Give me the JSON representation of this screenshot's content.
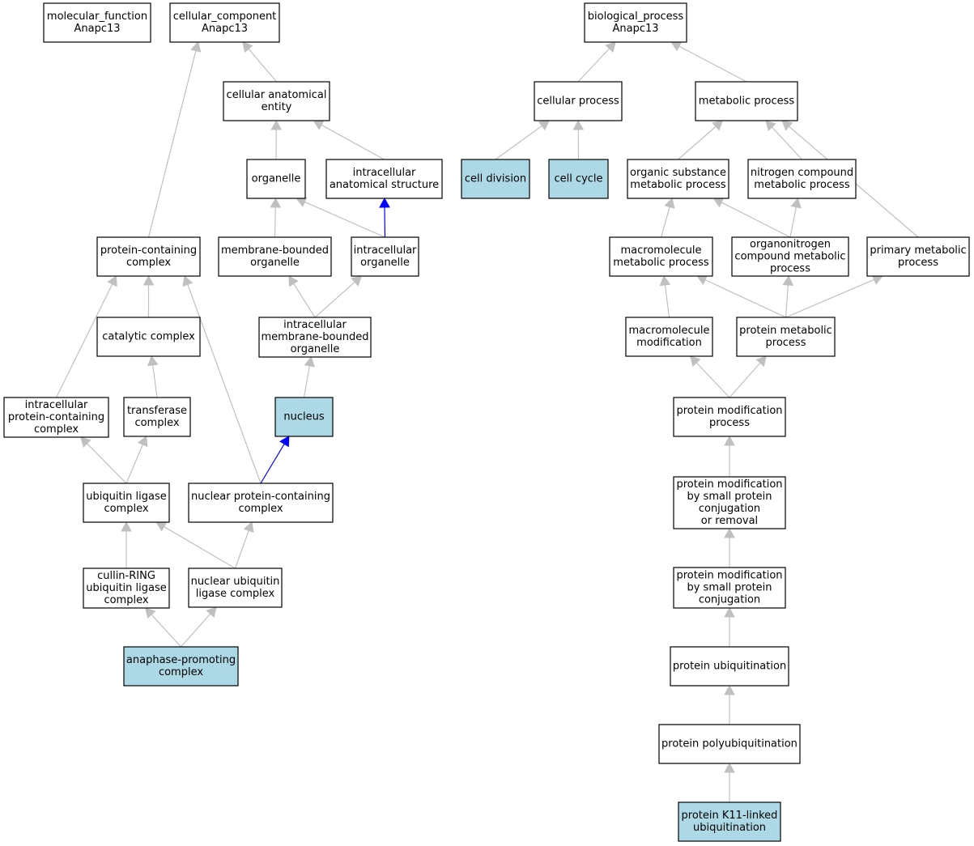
{
  "colors": {
    "node_fill": "#ffffff",
    "highlight_fill": "#add8e6",
    "edge_default": "#c0c0c0",
    "edge_part_of": "#0000ff"
  },
  "nodes": [
    {
      "id": "molecular_function",
      "lines": [
        "molecular_function",
        "Anapc13"
      ],
      "highlight": false
    },
    {
      "id": "cellular_component",
      "lines": [
        "cellular_component",
        "Anapc13"
      ],
      "highlight": false
    },
    {
      "id": "cellular_anatomical_entity",
      "lines": [
        "cellular anatomical",
        "entity"
      ],
      "highlight": false
    },
    {
      "id": "organelle",
      "lines": [
        "organelle"
      ],
      "highlight": false
    },
    {
      "id": "intracellular_anatomical_structure",
      "lines": [
        "intracellular",
        "anatomical structure"
      ],
      "highlight": false
    },
    {
      "id": "protein_containing_complex",
      "lines": [
        "protein-containing",
        "complex"
      ],
      "highlight": false
    },
    {
      "id": "membrane_bounded_organelle",
      "lines": [
        "membrane-bounded",
        "organelle"
      ],
      "highlight": false
    },
    {
      "id": "intracellular_organelle",
      "lines": [
        "intracellular",
        "organelle"
      ],
      "highlight": false
    },
    {
      "id": "catalytic_complex",
      "lines": [
        "catalytic complex"
      ],
      "highlight": false
    },
    {
      "id": "intracellular_membrane_bounded_organelle",
      "lines": [
        "intracellular",
        "membrane-bounded",
        "organelle"
      ],
      "highlight": false
    },
    {
      "id": "intracellular_protein_containing_complex",
      "lines": [
        "intracellular",
        "protein-containing",
        "complex"
      ],
      "highlight": false
    },
    {
      "id": "transferase_complex",
      "lines": [
        "transferase",
        "complex"
      ],
      "highlight": false
    },
    {
      "id": "nucleus",
      "lines": [
        "nucleus"
      ],
      "highlight": true
    },
    {
      "id": "ubiquitin_ligase_complex",
      "lines": [
        "ubiquitin ligase",
        "complex"
      ],
      "highlight": false
    },
    {
      "id": "nuclear_protein_containing_complex",
      "lines": [
        "nuclear protein-containing",
        "complex"
      ],
      "highlight": false
    },
    {
      "id": "cullin_ring_ubiquitin_ligase_complex",
      "lines": [
        "cullin-RING",
        "ubiquitin ligase",
        "complex"
      ],
      "highlight": false
    },
    {
      "id": "nuclear_ubiquitin_ligase_complex",
      "lines": [
        "nuclear ubiquitin",
        "ligase complex"
      ],
      "highlight": false
    },
    {
      "id": "anaphase_promoting_complex",
      "lines": [
        "anaphase-promoting",
        "complex"
      ],
      "highlight": true
    },
    {
      "id": "biological_process",
      "lines": [
        "biological_process",
        "Anapc13"
      ],
      "highlight": false
    },
    {
      "id": "cellular_process",
      "lines": [
        "cellular process"
      ],
      "highlight": false
    },
    {
      "id": "metabolic_process",
      "lines": [
        "metabolic process"
      ],
      "highlight": false
    },
    {
      "id": "cell_division",
      "lines": [
        "cell division"
      ],
      "highlight": true
    },
    {
      "id": "cell_cycle",
      "lines": [
        "cell cycle"
      ],
      "highlight": true
    },
    {
      "id": "organic_substance_metabolic_process",
      "lines": [
        "organic substance",
        "metabolic process"
      ],
      "highlight": false
    },
    {
      "id": "nitrogen_compound_metabolic_process",
      "lines": [
        "nitrogen compound",
        "metabolic process"
      ],
      "highlight": false
    },
    {
      "id": "macromolecule_metabolic_process",
      "lines": [
        "macromolecule",
        "metabolic process"
      ],
      "highlight": false
    },
    {
      "id": "organonitrogen_compound_metabolic_process",
      "lines": [
        "organonitrogen",
        "compound metabolic",
        "process"
      ],
      "highlight": false
    },
    {
      "id": "primary_metabolic_process",
      "lines": [
        "primary metabolic",
        "process"
      ],
      "highlight": false
    },
    {
      "id": "macromolecule_modification",
      "lines": [
        "macromolecule",
        "modification"
      ],
      "highlight": false
    },
    {
      "id": "protein_metabolic_process",
      "lines": [
        "protein metabolic",
        "process"
      ],
      "highlight": false
    },
    {
      "id": "protein_modification_process",
      "lines": [
        "protein modification",
        "process"
      ],
      "highlight": false
    },
    {
      "id": "protein_mod_small_conj_or_removal",
      "lines": [
        "protein modification",
        "by small protein",
        "conjugation",
        "or removal"
      ],
      "highlight": false
    },
    {
      "id": "protein_mod_small_conj",
      "lines": [
        "protein modification",
        "by small protein",
        "conjugation"
      ],
      "highlight": false
    },
    {
      "id": "protein_ubiquitination",
      "lines": [
        "protein ubiquitination"
      ],
      "highlight": false
    },
    {
      "id": "protein_polyubiquitination",
      "lines": [
        "protein polyubiquitination"
      ],
      "highlight": false
    },
    {
      "id": "protein_k11_linked_ubiquitination",
      "lines": [
        "protein K11-linked",
        "ubiquitination"
      ],
      "highlight": true
    }
  ],
  "edges": [
    {
      "from": "cellular_anatomical_entity",
      "to": "cellular_component",
      "type": "is_a"
    },
    {
      "from": "protein_containing_complex",
      "to": "cellular_component",
      "type": "is_a"
    },
    {
      "from": "organelle",
      "to": "cellular_anatomical_entity",
      "type": "is_a"
    },
    {
      "from": "intracellular_anatomical_structure",
      "to": "cellular_anatomical_entity",
      "type": "is_a"
    },
    {
      "from": "membrane_bounded_organelle",
      "to": "organelle",
      "type": "is_a"
    },
    {
      "from": "intracellular_organelle",
      "to": "organelle",
      "type": "is_a"
    },
    {
      "from": "intracellular_organelle",
      "to": "intracellular_anatomical_structure",
      "type": "part_of"
    },
    {
      "from": "intracellular_membrane_bounded_organelle",
      "to": "membrane_bounded_organelle",
      "type": "is_a"
    },
    {
      "from": "intracellular_membrane_bounded_organelle",
      "to": "intracellular_organelle",
      "type": "is_a"
    },
    {
      "from": "nucleus",
      "to": "intracellular_membrane_bounded_organelle",
      "type": "is_a"
    },
    {
      "from": "catalytic_complex",
      "to": "protein_containing_complex",
      "type": "is_a"
    },
    {
      "from": "intracellular_protein_containing_complex",
      "to": "protein_containing_complex",
      "type": "is_a"
    },
    {
      "from": "nuclear_protein_containing_complex",
      "to": "protein_containing_complex",
      "type": "is_a"
    },
    {
      "from": "transferase_complex",
      "to": "catalytic_complex",
      "type": "is_a"
    },
    {
      "from": "ubiquitin_ligase_complex",
      "to": "intracellular_protein_containing_complex",
      "type": "is_a"
    },
    {
      "from": "ubiquitin_ligase_complex",
      "to": "transferase_complex",
      "type": "is_a"
    },
    {
      "from": "nuclear_protein_containing_complex",
      "to": "nucleus",
      "type": "part_of"
    },
    {
      "from": "cullin_ring_ubiquitin_ligase_complex",
      "to": "ubiquitin_ligase_complex",
      "type": "is_a"
    },
    {
      "from": "nuclear_ubiquitin_ligase_complex",
      "to": "ubiquitin_ligase_complex",
      "type": "is_a"
    },
    {
      "from": "nuclear_ubiquitin_ligase_complex",
      "to": "nuclear_protein_containing_complex",
      "type": "is_a"
    },
    {
      "from": "anaphase_promoting_complex",
      "to": "cullin_ring_ubiquitin_ligase_complex",
      "type": "is_a"
    },
    {
      "from": "anaphase_promoting_complex",
      "to": "nuclear_ubiquitin_ligase_complex",
      "type": "is_a"
    },
    {
      "from": "cellular_process",
      "to": "biological_process",
      "type": "is_a"
    },
    {
      "from": "metabolic_process",
      "to": "biological_process",
      "type": "is_a"
    },
    {
      "from": "cell_division",
      "to": "cellular_process",
      "type": "is_a"
    },
    {
      "from": "cell_cycle",
      "to": "cellular_process",
      "type": "is_a"
    },
    {
      "from": "organic_substance_metabolic_process",
      "to": "metabolic_process",
      "type": "is_a"
    },
    {
      "from": "nitrogen_compound_metabolic_process",
      "to": "metabolic_process",
      "type": "is_a"
    },
    {
      "from": "primary_metabolic_process",
      "to": "metabolic_process",
      "type": "is_a"
    },
    {
      "from": "macromolecule_metabolic_process",
      "to": "organic_substance_metabolic_process",
      "type": "is_a"
    },
    {
      "from": "organonitrogen_compound_metabolic_process",
      "to": "organic_substance_metabolic_process",
      "type": "is_a"
    },
    {
      "from": "organonitrogen_compound_metabolic_process",
      "to": "nitrogen_compound_metabolic_process",
      "type": "is_a"
    },
    {
      "from": "macromolecule_modification",
      "to": "macromolecule_metabolic_process",
      "type": "is_a"
    },
    {
      "from": "protein_metabolic_process",
      "to": "macromolecule_metabolic_process",
      "type": "is_a"
    },
    {
      "from": "protein_metabolic_process",
      "to": "organonitrogen_compound_metabolic_process",
      "type": "is_a"
    },
    {
      "from": "protein_metabolic_process",
      "to": "primary_metabolic_process",
      "type": "is_a"
    },
    {
      "from": "protein_modification_process",
      "to": "macromolecule_modification",
      "type": "is_a"
    },
    {
      "from": "protein_modification_process",
      "to": "protein_metabolic_process",
      "type": "is_a"
    },
    {
      "from": "protein_mod_small_conj_or_removal",
      "to": "protein_modification_process",
      "type": "is_a"
    },
    {
      "from": "protein_mod_small_conj",
      "to": "protein_mod_small_conj_or_removal",
      "type": "is_a"
    },
    {
      "from": "protein_ubiquitination",
      "to": "protein_mod_small_conj",
      "type": "is_a"
    },
    {
      "from": "protein_polyubiquitination",
      "to": "protein_ubiquitination",
      "type": "is_a"
    },
    {
      "from": "protein_k11_linked_ubiquitination",
      "to": "protein_polyubiquitination",
      "type": "is_a"
    }
  ]
}
